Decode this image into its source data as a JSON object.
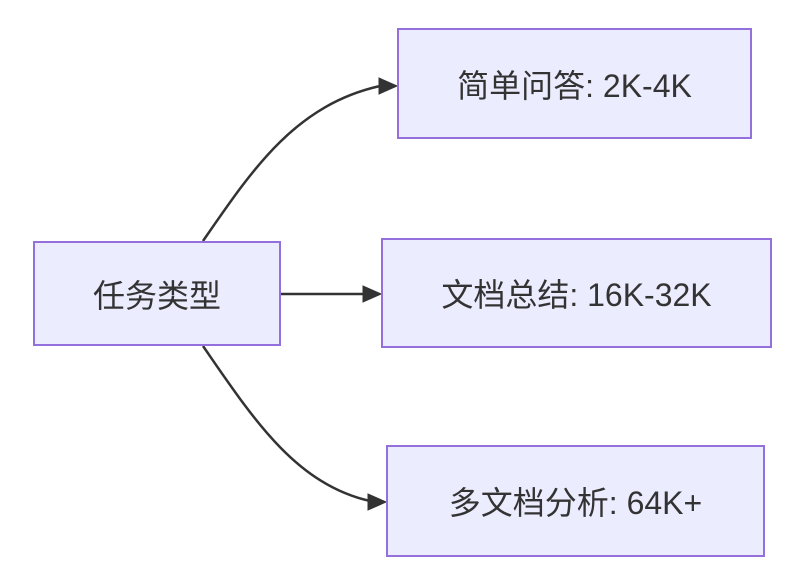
{
  "diagram": {
    "type": "flowchart",
    "direction": "left-to-right",
    "root": {
      "id": "task-type",
      "label": "任务类型"
    },
    "branches": [
      {
        "id": "simple-qa",
        "label": "简单问答: 2K-4K"
      },
      {
        "id": "doc-summary",
        "label": "文档总结: 16K-32K"
      },
      {
        "id": "multi-doc",
        "label": "多文档分析: 64K+"
      }
    ],
    "edges": [
      {
        "from": "task-type",
        "to": "simple-qa"
      },
      {
        "from": "task-type",
        "to": "doc-summary"
      },
      {
        "from": "task-type",
        "to": "multi-doc"
      }
    ],
    "colors": {
      "node_fill": "#ECECFF",
      "node_border": "#9370DB",
      "edge": "#333333",
      "text": "#333333",
      "background": "#FFFFFF"
    }
  }
}
